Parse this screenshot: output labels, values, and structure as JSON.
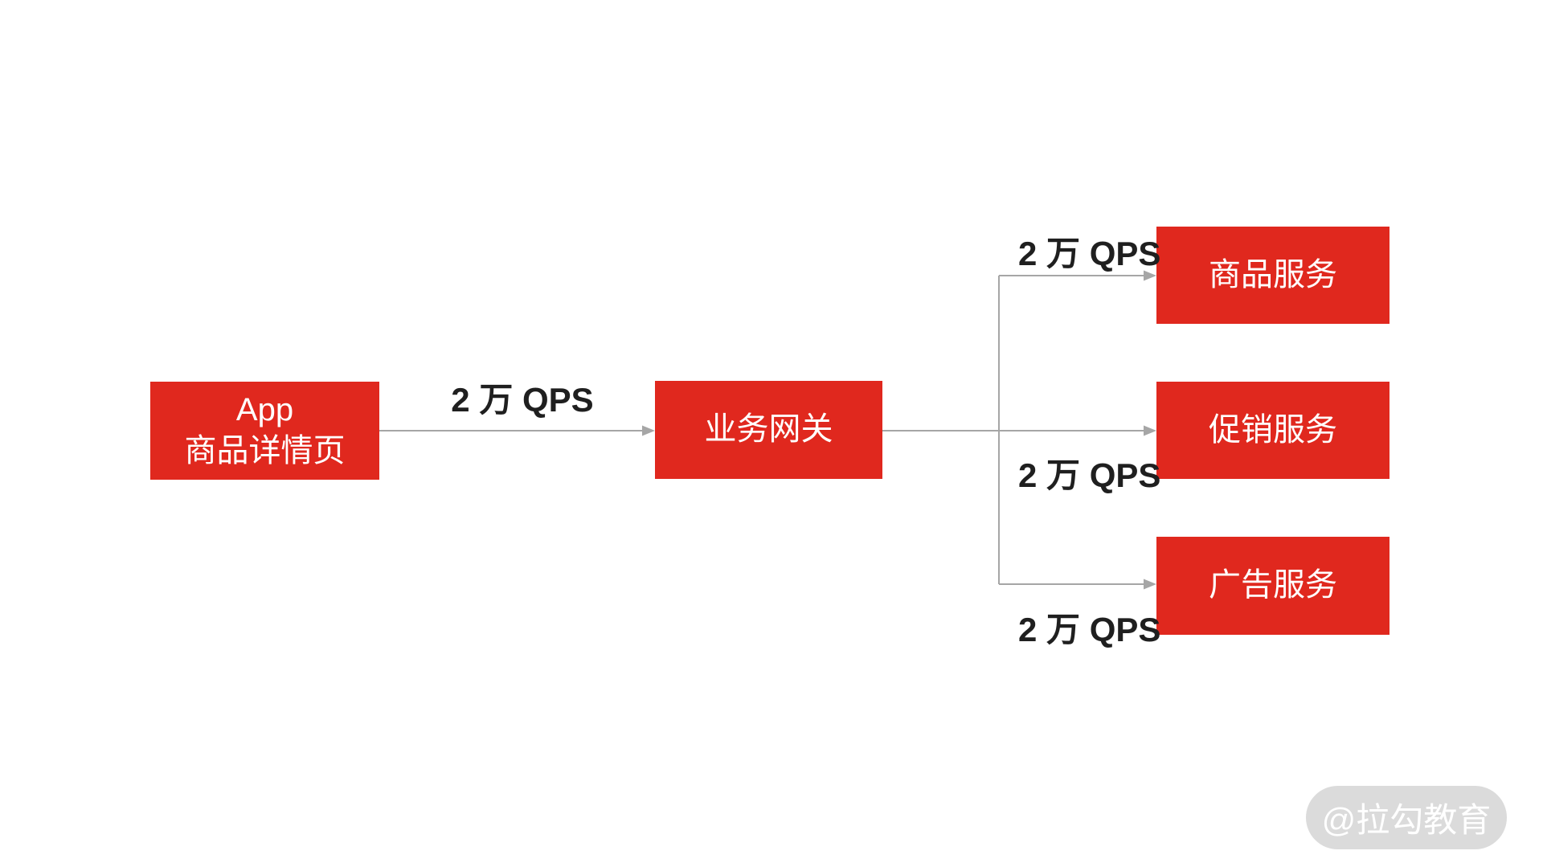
{
  "diagram": {
    "nodes": {
      "app": {
        "line1": "App",
        "line2": "商品详情页"
      },
      "gateway": {
        "label": "业务网关"
      },
      "product": {
        "label": "商品服务"
      },
      "promotion": {
        "label": "促销服务"
      },
      "ad": {
        "label": "广告服务"
      }
    },
    "edges": {
      "app_to_gateway": {
        "label": "2 万 QPS"
      },
      "gateway_to_product": {
        "label": "2 万 QPS"
      },
      "gateway_to_promotion": {
        "label": "2 万 QPS"
      },
      "gateway_to_ad": {
        "label": "2 万 QPS"
      }
    },
    "colors": {
      "node_fill": "#E0281E",
      "node_text": "#FFFFFF",
      "connector": "#A6A6A6",
      "label_text": "#1F1F1F",
      "background": "#FFFFFF",
      "watermark_bg": "#DBDBDB",
      "watermark_text": "#FFFFFF"
    }
  },
  "watermark": {
    "text": "@拉勾教育"
  }
}
